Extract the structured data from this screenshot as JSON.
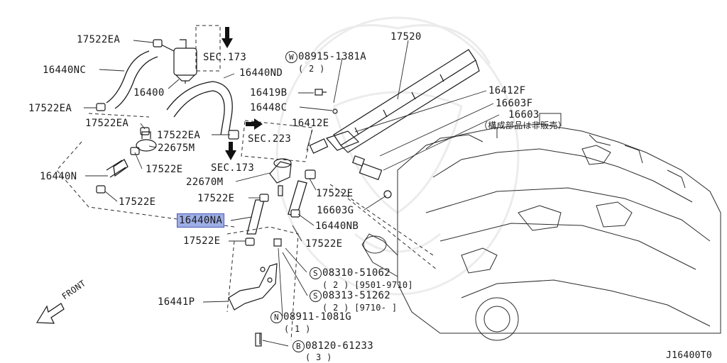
{
  "diagram_code": "J16400T0",
  "selected_part": "16440NA",
  "parts": {
    "p17522EA_1": "17522EA",
    "p16440NC": "16440NC",
    "p16400": "16400",
    "p17522EA_2": "17522EA",
    "p17522EA_3": "17522EA",
    "p17522EA_4": "17522EA",
    "p22675M": "22675M",
    "p17522E_1": "17522E",
    "p16440N": "16440N",
    "p17522E_2": "17522E",
    "p16440NA": "16440NA",
    "p17522E_3": "17522E",
    "p16441P": "16441P",
    "p16440ND": "16440ND",
    "p22670M": "22670M",
    "p17522E_4": "17522E",
    "p17522E_5": "17522E",
    "p16440NB": "16440NB",
    "p17522E_6": "17522E",
    "p16603G": "16603G",
    "p17520": "17520",
    "p16419B": "16419B",
    "p16448C": "16448C",
    "p16412E": "16412E",
    "p16412F": "16412F",
    "p16603F": "16603F",
    "p16603": "16603",
    "p16603_note": "（構成部品は非販売）"
  },
  "section_refs": {
    "sec173_top": "SEC.173",
    "sec223": "SEC.223",
    "sec173_mid": "SEC.173"
  },
  "fasteners": {
    "w_letter": "W",
    "w_code": "08915-1381A",
    "w_qty": "( 2 )",
    "s1_letter": "S",
    "s1_code": "08310-51062",
    "s1_qty": "( 2 ) [9501-9710]",
    "s2_letter": "S",
    "s2_code": "08313-51262",
    "s2_qty": "( 2 ) [9710-      ]",
    "n_letter": "N",
    "n_code": "08911-1081G",
    "n_qty": "( 1 )",
    "b_letter": "B",
    "b_code": "08120-61233",
    "b_qty": "( 3 )"
  },
  "direction": {
    "front_label": "FRONT"
  }
}
